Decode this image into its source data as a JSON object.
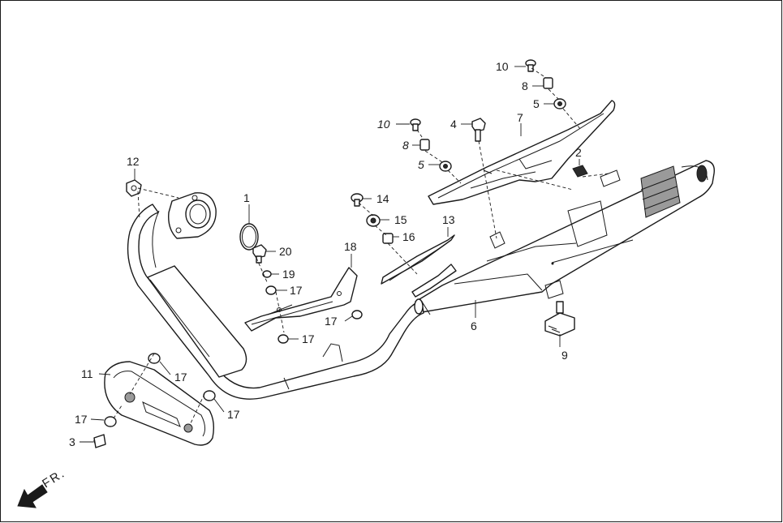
{
  "diagram": {
    "callouts": [
      {
        "id": "1",
        "text": "1"
      },
      {
        "id": "2",
        "text": "2"
      },
      {
        "id": "3",
        "text": "3"
      },
      {
        "id": "4",
        "text": "4"
      },
      {
        "id": "5a",
        "text": "5"
      },
      {
        "id": "5b",
        "text": "5"
      },
      {
        "id": "6",
        "text": "6"
      },
      {
        "id": "7",
        "text": "7"
      },
      {
        "id": "8a",
        "text": "8"
      },
      {
        "id": "8b",
        "text": "8"
      },
      {
        "id": "9",
        "text": "9"
      },
      {
        "id": "10a",
        "text": "10"
      },
      {
        "id": "10b",
        "text": "10"
      },
      {
        "id": "11",
        "text": "11"
      },
      {
        "id": "12",
        "text": "12"
      },
      {
        "id": "13",
        "text": "13"
      },
      {
        "id": "14",
        "text": "14"
      },
      {
        "id": "15",
        "text": "15"
      },
      {
        "id": "16",
        "text": "16"
      },
      {
        "id": "17a",
        "text": "17"
      },
      {
        "id": "17b",
        "text": "17"
      },
      {
        "id": "17c",
        "text": "17"
      },
      {
        "id": "17d",
        "text": "17"
      },
      {
        "id": "17e",
        "text": "17"
      },
      {
        "id": "17f",
        "text": "17"
      },
      {
        "id": "18",
        "text": "18"
      },
      {
        "id": "19",
        "text": "19"
      },
      {
        "id": "20",
        "text": "20"
      }
    ],
    "direction_label": "FR.",
    "direction_icon": "arrow-down-left-icon"
  }
}
